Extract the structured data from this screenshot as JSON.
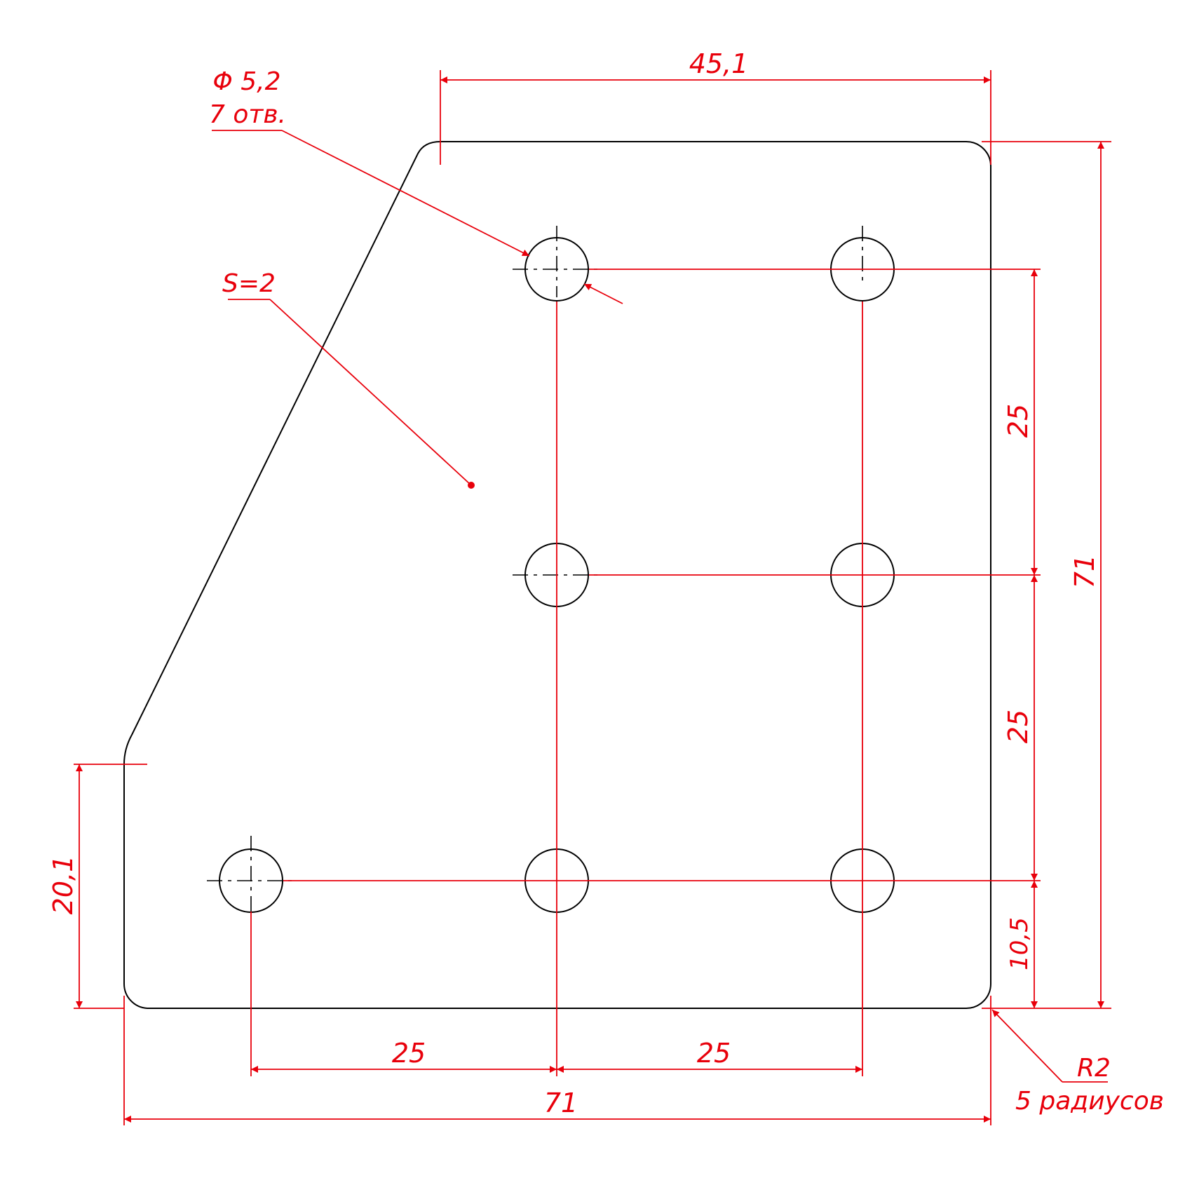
{
  "colors": {
    "part": "#000000",
    "dimension": "#e8000b",
    "background": "#ffffff"
  },
  "part": {
    "thickness_label": "S=2"
  },
  "holes": {
    "diameter_label": "Φ 5,2",
    "count_label": "7 отв.",
    "count": 7
  },
  "corner_radius": {
    "value_label": "R2",
    "count_label": "5 радиусов"
  },
  "dimensions": {
    "top_width": "45,1",
    "overall_width": "71",
    "overall_height": "71",
    "hole_pitch_x_1": "25",
    "hole_pitch_x_2": "25",
    "hole_pitch_y_1": "25",
    "hole_pitch_y_2": "25",
    "bottom_hole_offset": "10,5",
    "left_edge_height": "20,1"
  }
}
